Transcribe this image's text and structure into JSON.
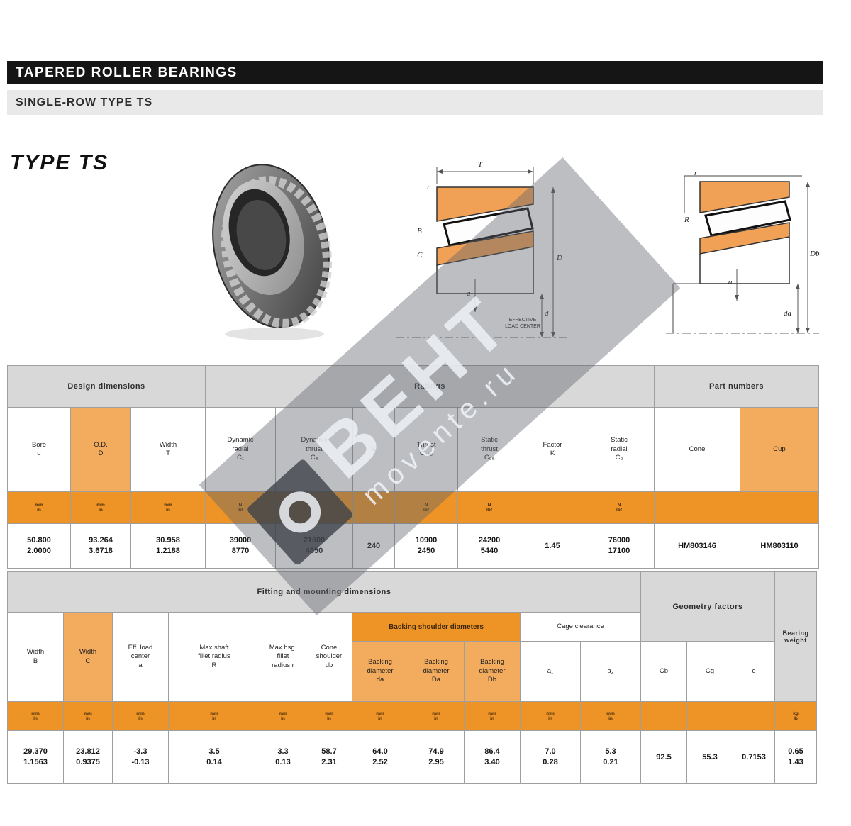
{
  "header": {
    "title": "TAPERED ROLLER BEARINGS",
    "subtitle": "SINGLE-ROW TYPE TS"
  },
  "type_label": "TYPE TS",
  "watermark": {
    "brand": "BEHT",
    "site": "movente.ru"
  },
  "colors": {
    "accent_band": "#EE9426",
    "accent_light": "#F3AB5E",
    "header_bar": "#151515",
    "group_gray": "#D8D8D8"
  },
  "diag1": {
    "T": "T",
    "r": "r",
    "B": "B",
    "C": "C",
    "d": "d",
    "D": "D",
    "a": "a",
    "eff": "EFFECTIVE\nLOAD CENTER"
  },
  "diag2": {
    "r": "r",
    "R": "R",
    "a": "a",
    "da": "da",
    "Db": "Db"
  },
  "upper": {
    "groups": {
      "dims": "Design dimensions",
      "ratings": "Ratings",
      "parts": "Part numbers"
    },
    "cols": [
      {
        "h": "Bore\nd",
        "u": "mm\nin",
        "v": "50.800\n2.0000"
      },
      {
        "h": "O.D.\nD",
        "u": "mm\nin",
        "v": "93.264\n3.6718"
      },
      {
        "h": "Width\nT",
        "u": "mm\nin",
        "v": "30.958\n1.2188"
      },
      {
        "h": "Dynamic\nradial\nC₁",
        "u": "N\nlbf",
        "v": "39000\n8770"
      },
      {
        "h": "Dynamic\nthrust\nCₐ",
        "u": "N\nlbf",
        "v": "21600\n4850"
      },
      {
        "h": "a",
        "u": "",
        "v": "240"
      },
      {
        "h": "Thrust\nCₐ₉₀",
        "u": "N\nlbf",
        "v": "10900\n2450"
      },
      {
        "h": "Static\nthrust\nC₀ₐ",
        "u": "N\nlbf",
        "v": "24200\n5440"
      },
      {
        "h": "Factor\nK",
        "u": "",
        "v": "1.45"
      },
      {
        "h": "Static\nradial\nC₀",
        "u": "N\nlbf",
        "v": "76000\n17100"
      },
      {
        "h": "Cone",
        "u": "",
        "v": "HM803146"
      },
      {
        "h": "Cup",
        "u": "",
        "v": "HM803110"
      }
    ]
  },
  "lower": {
    "groups": {
      "main": "Fitting and mounting dimensions",
      "shoulders": "Backing shoulder diameters",
      "cage": "Cage clearance",
      "factors": "Geometry factors"
    },
    "cols": [
      {
        "h": "Width\nB",
        "u": "mm\nin",
        "v": "29.370\n1.1563"
      },
      {
        "h": "Width\nC",
        "u": "mm\nin",
        "v": "23.812\n0.9375"
      },
      {
        "h": "Eff. load\ncenter\na",
        "u": "mm\nin",
        "v": "-3.3\n-0.13"
      },
      {
        "h": "Max shaft\nfillet radius\nR",
        "u": "mm\nin",
        "v": "3.5\n0.14"
      },
      {
        "h": "Max hsg.\nfillet\nradius r",
        "u": "mm\nin",
        "v": "3.3\n0.13"
      },
      {
        "h": "Cone\nshoulder\ndb",
        "u": "mm\nin",
        "v": "58.7\n2.31"
      },
      {
        "h": "Backing\ndiameter\nda",
        "u": "mm\nin",
        "v": "64.0\n2.52"
      },
      {
        "h": "Backing\ndiameter\nDa",
        "u": "mm\nin",
        "v": "74.9\n2.95"
      },
      {
        "h": "Backing\ndiameter\nDb",
        "u": "mm\nin",
        "v": "86.4\n3.40"
      },
      {
        "h": "a₁",
        "u": "mm\nin",
        "v": "7.0\n0.28"
      },
      {
        "h": "a₂",
        "u": "mm\nin",
        "v": "5.3\n0.21"
      },
      {
        "h": "Cb",
        "u": "",
        "v": "92.5"
      },
      {
        "h": "Cg",
        "u": "",
        "v": "55.3"
      },
      {
        "h": "e",
        "u": "",
        "v": "0.7153"
      },
      {
        "h": "Bearing\nweight",
        "u": "kg\nlb",
        "v": "0.65\n1.43"
      }
    ]
  }
}
